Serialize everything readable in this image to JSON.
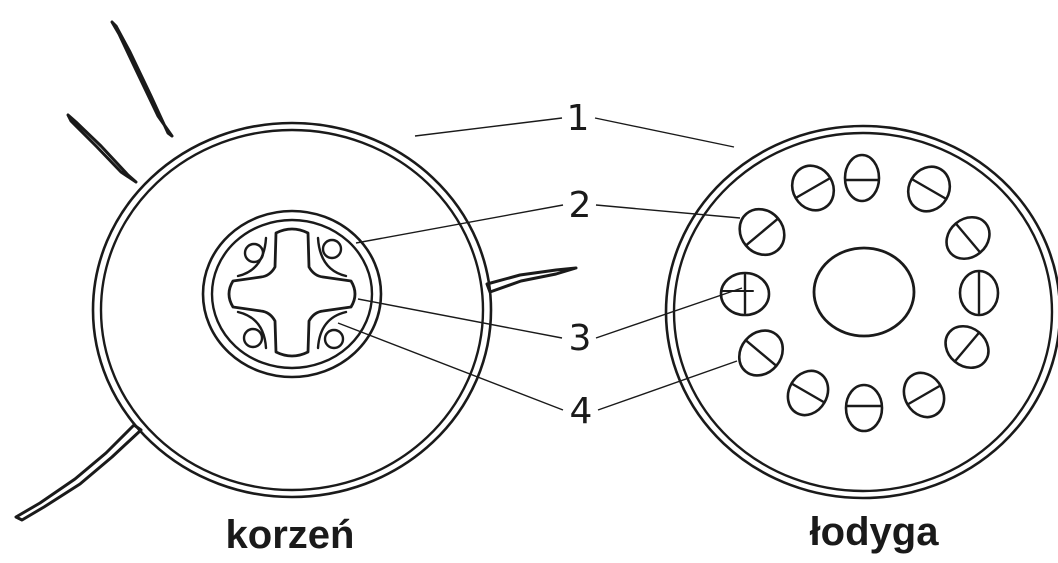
{
  "captions": {
    "root": "korzeń",
    "stem": "łodyga"
  },
  "labels": [
    "1",
    "2",
    "3",
    "4"
  ]
}
